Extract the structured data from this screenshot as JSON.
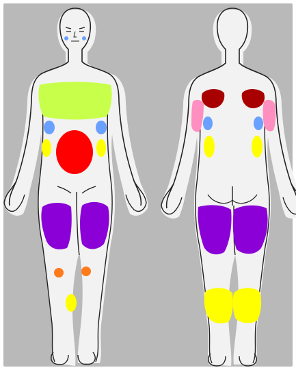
{
  "colors": {
    "background_panel": "#b9b9b9",
    "figure_halo": "#f2f2f2",
    "figure_outline": "#222222",
    "chest_green": "#c8ff4a",
    "abdomen_red": "#ff0000",
    "flank_blue": "#6aa0ff",
    "waist_yellow": "#ffff00",
    "thigh_purple": "#8a00d6",
    "knee_orange": "#ff7a1a",
    "calf_yellow": "#ffff00",
    "back_shoulder_darkred": "#a80000",
    "upper_arm_pink": "#ff8fc0"
  },
  "figures": {
    "front": {
      "view": "front",
      "regions": [
        "chest",
        "flank-left",
        "flank-right",
        "waist-left",
        "waist-right",
        "abdomen",
        "thigh-left",
        "thigh-right",
        "knee-left",
        "knee-right",
        "shin-right"
      ]
    },
    "back": {
      "view": "back",
      "regions": [
        "shoulder-left",
        "shoulder-right",
        "upper-arm-left",
        "upper-arm-right",
        "back-blue-left",
        "back-blue-right",
        "lower-back-left",
        "lower-back-right",
        "buttock-thigh-left",
        "buttock-thigh-right",
        "calf-left",
        "calf-right"
      ]
    }
  }
}
